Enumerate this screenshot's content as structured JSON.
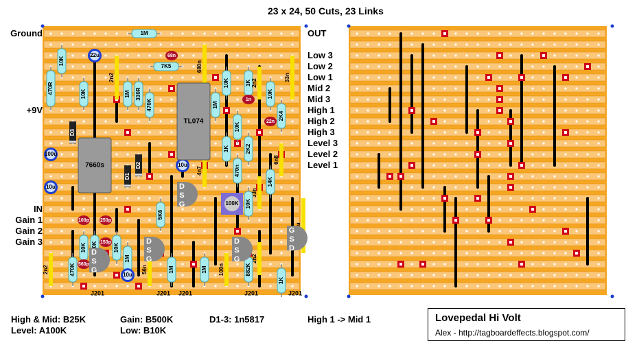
{
  "header": {
    "title": "23 x 24, 50 Cuts, 23 Links"
  },
  "left_labels": [
    "Ground",
    "+9V",
    "IN",
    "Gain 1",
    "Gain 2",
    "Gain 3"
  ],
  "right_labels": [
    "OUT",
    "Low 3",
    "Low 2",
    "Low 1",
    "Mid 2",
    "Mid 3",
    "High 1",
    "High 2",
    "High 3",
    "Level 3",
    "Level 2",
    "Level 1"
  ],
  "components": {
    "resistors": [
      "1M",
      "10K",
      "470R",
      "10K",
      "7K5",
      "1M",
      "330R",
      "470K",
      "680n",
      "10K",
      "1K",
      "2n2",
      "10K",
      "1M",
      "2K4",
      "10K",
      "1K",
      "2K2",
      "6n8",
      "470n",
      "33n",
      "14K",
      "10K",
      "5K6",
      "1M",
      "10K",
      "100K",
      "10K",
      "1M",
      "1M",
      "100n",
      "2n2",
      "882K",
      "1K",
      "470K",
      "22n",
      "56n",
      "4n7",
      "1u",
      "33n",
      "2n2"
    ],
    "caps_blue": [
      "22u",
      "100u",
      "10u",
      "10u",
      "10u"
    ],
    "caps_red": [
      "68n",
      "1n",
      "22n",
      "100p",
      "250p",
      "150p",
      "560p"
    ],
    "ics": [
      "TL074",
      "7660s"
    ],
    "diodes": [
      "D3",
      "D1",
      "D2"
    ],
    "pot": "100K",
    "transistor_pins": [
      "D",
      "S",
      "G"
    ],
    "transistor_pins_rev": [
      "G",
      "S",
      "D"
    ],
    "jfet_labels": [
      "J201",
      "J201",
      "J201",
      "J201",
      "J201"
    ]
  },
  "notes": {
    "pots1": "High & Mid: B25K",
    "pots2": "Level: A100K",
    "gain1": "Gain: B500K",
    "gain2": "Low: B10K",
    "diodes": "D1-3: 1n5817",
    "link": "High 1 -> Mid 1"
  },
  "credits": {
    "title": "Lovepedal Hi Volt",
    "author": "Alex - http://tagboardeffects.blogspot.com/"
  },
  "colors": {
    "board": "#f5a623",
    "strip": "#fbc77a",
    "cut": "#d0021b",
    "link": "#000000",
    "res": "#a8ecf0",
    "cap_blue": "#1e3fd0",
    "cap_red": "#b0102a",
    "ic": "#9a9a9a",
    "pot": "#7d6cd4"
  }
}
